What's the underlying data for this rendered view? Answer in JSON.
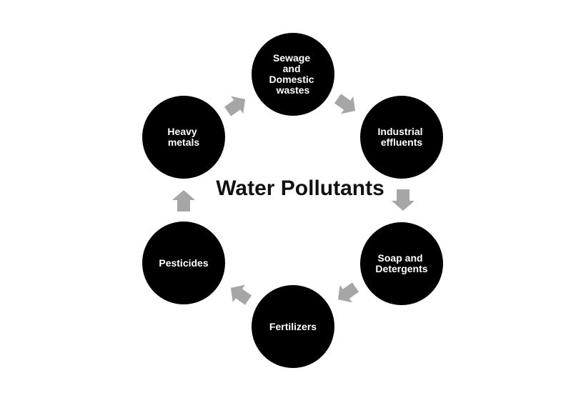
{
  "diagram": {
    "title": "Water Pollutants",
    "nodes": [
      {
        "id": "sewage",
        "lines": [
          "Sewage",
          "and",
          "Domestic",
          "wastes"
        ]
      },
      {
        "id": "industrial",
        "lines": [
          "Industrial",
          "effluents"
        ]
      },
      {
        "id": "soap",
        "lines": [
          "Soap and",
          "Detergents"
        ]
      },
      {
        "id": "fertilizers",
        "lines": [
          "Fertilizers"
        ]
      },
      {
        "id": "pesticides",
        "lines": [
          "Pesticides"
        ]
      },
      {
        "id": "heavy-metals",
        "lines": [
          "Heavy",
          "metals"
        ]
      }
    ],
    "colors": {
      "circle": "#000000",
      "circle_text": "#ffffff",
      "arrow": "#a6a6a6",
      "title": "#111111",
      "background": "#ffffff"
    }
  }
}
